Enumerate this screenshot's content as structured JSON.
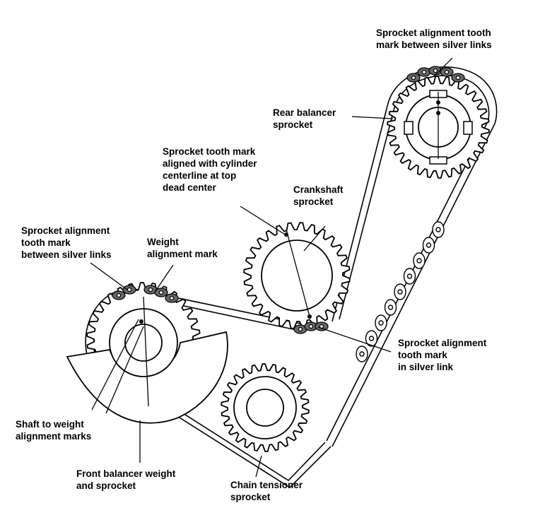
{
  "colors": {
    "ink": "#000000",
    "paper": "#ffffff",
    "link_fill": "#555555"
  },
  "labels": {
    "rear_alignment": [
      "Sprocket alignment tooth",
      "mark between silver links"
    ],
    "rear_balancer": [
      "Rear balancer",
      "sprocket"
    ],
    "tdc_mark": [
      "Sprocket tooth mark",
      "aligned with cylinder",
      "centerline at top",
      "dead center"
    ],
    "crankshaft": [
      "Crankshaft",
      "sprocket"
    ],
    "front_alignment": [
      "Sprocket alignment",
      "tooth mark",
      "between silver links"
    ],
    "weight_alignment": [
      "Weight",
      "alignment mark"
    ],
    "crank_silver_link": [
      "Sprocket alignment",
      "tooth mark",
      "in silver link"
    ],
    "shaft_to_weight": [
      "Shaft to weight",
      "alignment marks"
    ],
    "front_balancer": [
      "Front balancer weight",
      "and sprocket"
    ],
    "tensioner": [
      "Chain tensioner",
      "sprocket"
    ]
  }
}
